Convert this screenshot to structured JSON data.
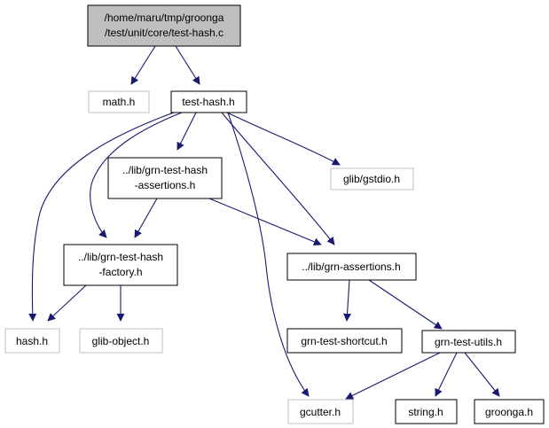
{
  "colors": {
    "edge": "#191970",
    "root_fill": "#bfbfbf",
    "node_border": "#000000",
    "external_border": "#bfbfbf",
    "background": "#ffffff"
  },
  "nodes": {
    "root": {
      "lines": [
        "/home/maru/tmp/groonga",
        "/test/unit/core/test-hash.c"
      ],
      "kind": "root"
    },
    "math_h": {
      "lines": [
        "math.h"
      ],
      "kind": "external"
    },
    "test_hash_h": {
      "lines": [
        "test-hash.h"
      ],
      "kind": "internal"
    },
    "grn_test_hash_assertions_h": {
      "lines": [
        "../lib/grn-test-hash",
        "-assertions.h"
      ],
      "kind": "internal"
    },
    "glib_gstdio_h": {
      "lines": [
        "glib/gstdio.h"
      ],
      "kind": "external"
    },
    "grn_test_hash_factory_h": {
      "lines": [
        "../lib/grn-test-hash",
        "-factory.h"
      ],
      "kind": "internal"
    },
    "grn_assertions_h": {
      "lines": [
        "../lib/grn-assertions.h"
      ],
      "kind": "internal"
    },
    "hash_h": {
      "lines": [
        "hash.h"
      ],
      "kind": "external"
    },
    "glib_object_h": {
      "lines": [
        "glib-object.h"
      ],
      "kind": "external"
    },
    "grn_test_shortcut_h": {
      "lines": [
        "grn-test-shortcut.h"
      ],
      "kind": "internal"
    },
    "grn_test_utils_h": {
      "lines": [
        "grn-test-utils.h"
      ],
      "kind": "internal"
    },
    "gcutter_h": {
      "lines": [
        "gcutter.h"
      ],
      "kind": "external"
    },
    "string_h": {
      "lines": [
        "string.h"
      ],
      "kind": "internal"
    },
    "groonga_h": {
      "lines": [
        "groonga.h"
      ],
      "kind": "internal"
    }
  },
  "edges": [
    {
      "from": "root",
      "to": "math_h"
    },
    {
      "from": "root",
      "to": "test_hash_h"
    },
    {
      "from": "test_hash_h",
      "to": "grn_test_hash_assertions_h"
    },
    {
      "from": "test_hash_h",
      "to": "glib_gstdio_h"
    },
    {
      "from": "test_hash_h",
      "to": "grn_test_hash_factory_h"
    },
    {
      "from": "test_hash_h",
      "to": "grn_assertions_h"
    },
    {
      "from": "test_hash_h",
      "to": "hash_h"
    },
    {
      "from": "test_hash_h",
      "to": "gcutter_h"
    },
    {
      "from": "grn_test_hash_assertions_h",
      "to": "grn_test_hash_factory_h"
    },
    {
      "from": "grn_test_hash_assertions_h",
      "to": "grn_assertions_h"
    },
    {
      "from": "grn_test_hash_factory_h",
      "to": "hash_h"
    },
    {
      "from": "grn_test_hash_factory_h",
      "to": "glib_object_h"
    },
    {
      "from": "grn_assertions_h",
      "to": "grn_test_shortcut_h"
    },
    {
      "from": "grn_assertions_h",
      "to": "grn_test_utils_h"
    },
    {
      "from": "grn_test_utils_h",
      "to": "gcutter_h"
    },
    {
      "from": "grn_test_utils_h",
      "to": "string_h"
    },
    {
      "from": "grn_test_utils_h",
      "to": "groonga_h"
    }
  ]
}
